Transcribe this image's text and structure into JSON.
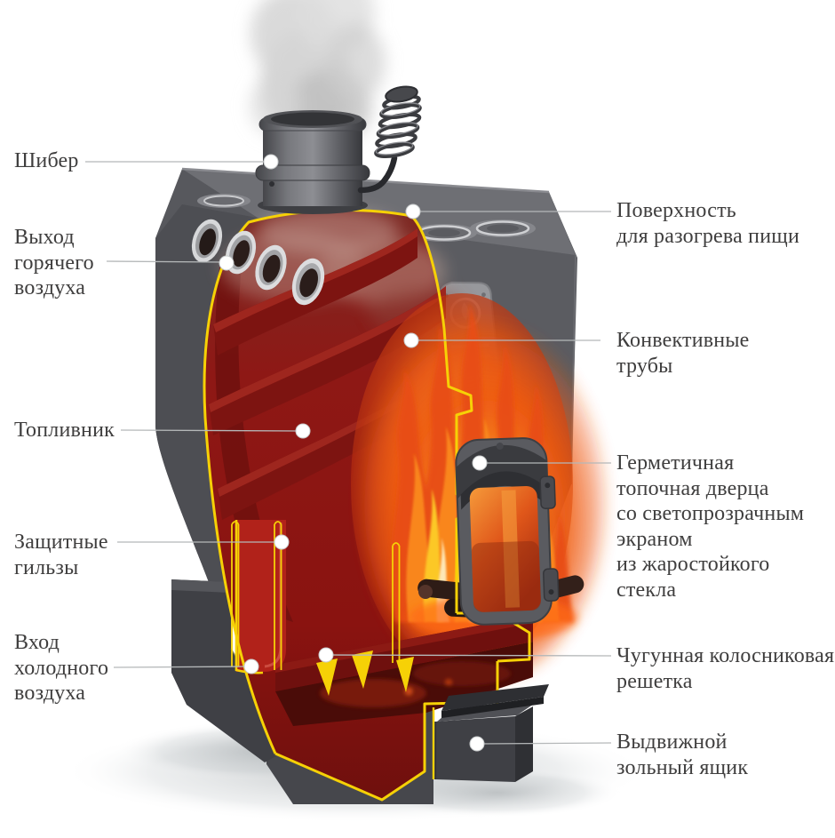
{
  "figure": {
    "type": "annotated cutaway diagram",
    "subject": "wood-burning heating stove (cross-section with fire inside)"
  },
  "labels": {
    "left": [
      {
        "id": "damper",
        "lines": [
          "Шибер"
        ]
      },
      {
        "id": "hot-air-outlet",
        "lines": [
          "Выход",
          "горячего",
          "воздуха"
        ]
      },
      {
        "id": "firebox",
        "lines": [
          "Топливник"
        ]
      },
      {
        "id": "protective-sleeves",
        "lines": [
          "Защитные",
          "гильзы"
        ]
      },
      {
        "id": "cold-air-inlet",
        "lines": [
          "Вход",
          "холодного",
          "воздуха"
        ]
      }
    ],
    "right": [
      {
        "id": "cooking-surface",
        "lines": [
          "Поверхность",
          "для разогрева пищи"
        ]
      },
      {
        "id": "convective-tubes",
        "lines": [
          "Конвективные",
          "трубы"
        ]
      },
      {
        "id": "sealed-door",
        "lines": [
          "Герметичная",
          "топочная дверца",
          "со светопрозрачным",
          "экраном",
          "из жаростойкого",
          "стекла"
        ]
      },
      {
        "id": "cast-iron-grate",
        "lines": [
          "Чугунная  колосниковая",
          "решетка"
        ]
      },
      {
        "id": "ash-drawer",
        "lines": [
          "Выдвижной",
          "зольный  ящик"
        ]
      }
    ]
  },
  "colors": {
    "accent": "#F6D106",
    "bodyGray": "#57585D",
    "faceDark": "#4D4E53",
    "faceLight": "#6E6F74",
    "interiorRed": "#8E1815",
    "fireOrange": "#F9861C",
    "labelText": "#3F3E3E",
    "leader": "#B5B8B9",
    "dot": "#FFFFFF"
  }
}
